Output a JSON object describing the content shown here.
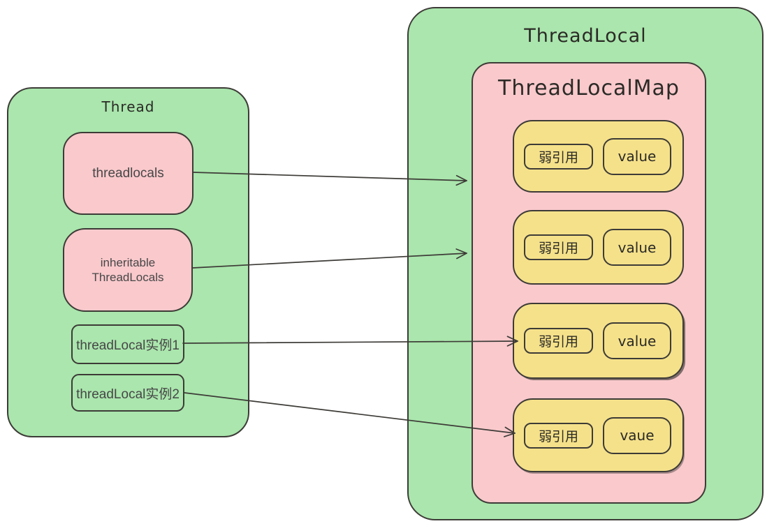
{
  "colors": {
    "green": "#aae6ad",
    "pink": "#f9c9cc",
    "yellow": "#f5e18a",
    "stroke": "#3d3b37",
    "text_dark": "#474747",
    "title_dark": "#2b2a26",
    "bg": "#ffffff"
  },
  "thread_box": {
    "title": "Thread",
    "threadlocals_label": "threadlocals",
    "inheritable_line1": "inheritable",
    "inheritable_line2": "ThreadLocals",
    "instance1_label": "threadLocal实例1",
    "instance2_label": "threadLocal实例2"
  },
  "threadlocal_box": {
    "title": "ThreadLocal",
    "map": {
      "title": "ThreadLocalMap",
      "entries": [
        {
          "key": "弱引用",
          "value": "value"
        },
        {
          "key": "弱引用",
          "value": "value"
        },
        {
          "key": "弱引用",
          "value": "value"
        },
        {
          "key": "弱引用",
          "value": "vaue"
        }
      ]
    }
  },
  "arrows": [
    {
      "from": "threadlocals",
      "to": "map-entry-1"
    },
    {
      "from": "inheritable-threadlocals",
      "to": "map-entry-2"
    },
    {
      "from": "threadlocal-instance1",
      "to": "map-entry-3-weak-ref"
    },
    {
      "from": "threadlocal-instance2",
      "to": "map-entry-4-weak-ref"
    }
  ]
}
